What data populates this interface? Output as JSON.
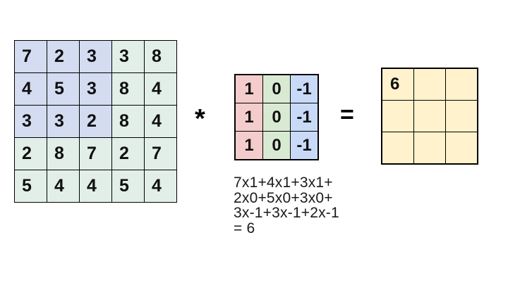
{
  "input_matrix": {
    "rows": [
      [
        7,
        2,
        3,
        3,
        8
      ],
      [
        4,
        5,
        3,
        8,
        4
      ],
      [
        3,
        3,
        2,
        8,
        4
      ],
      [
        2,
        8,
        7,
        2,
        7
      ],
      [
        5,
        4,
        4,
        5,
        4
      ]
    ],
    "highlight_region": {
      "rows": [
        0,
        2
      ],
      "cols": [
        0,
        2
      ]
    },
    "highlight_color": "#d3dcf1",
    "default_color": "#e2efe9"
  },
  "operators": {
    "multiply": "*",
    "equals": "="
  },
  "kernel_matrix": {
    "rows": [
      [
        1,
        0,
        -1
      ],
      [
        1,
        0,
        -1
      ],
      [
        1,
        0,
        -1
      ]
    ],
    "column_colors": [
      "#f4cccc",
      "#d9ead3",
      "#c9daf8"
    ]
  },
  "calculation": {
    "lines": [
      "7x1+4x1+3x1+",
      "2x0+5x0+3x0+",
      "3x-1+3x-1+2x-1",
      "= 6"
    ]
  },
  "output_matrix": {
    "rows": [
      [
        "6",
        "",
        ""
      ],
      [
        "",
        "",
        ""
      ],
      [
        "",
        "",
        ""
      ]
    ],
    "cell_color": "#fff2cc",
    "grid_line_color": "#000000"
  }
}
